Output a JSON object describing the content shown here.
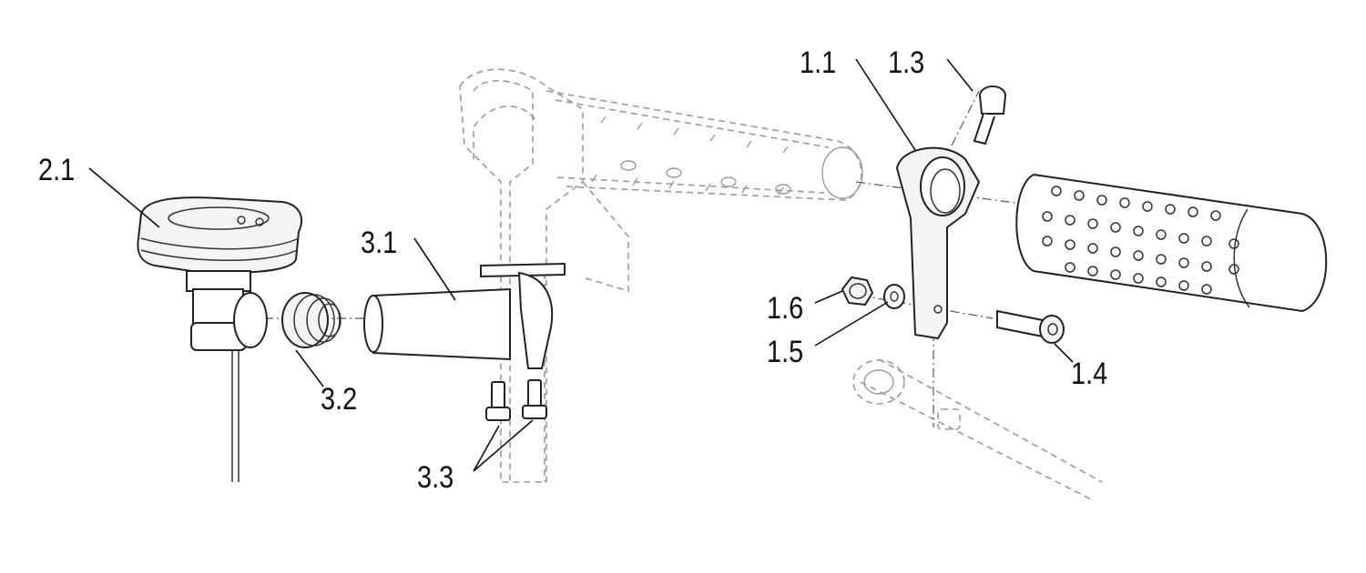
{
  "labels": {
    "l_1_1": "1.1",
    "l_1_3": "1.3",
    "l_2_1": "2.1",
    "l_3_1": "3.1",
    "l_1_6": "1.6",
    "l_1_5": "1.5",
    "l_1_4": "1.4",
    "l_3_2": "3.2",
    "l_3_3": "3.3"
  }
}
